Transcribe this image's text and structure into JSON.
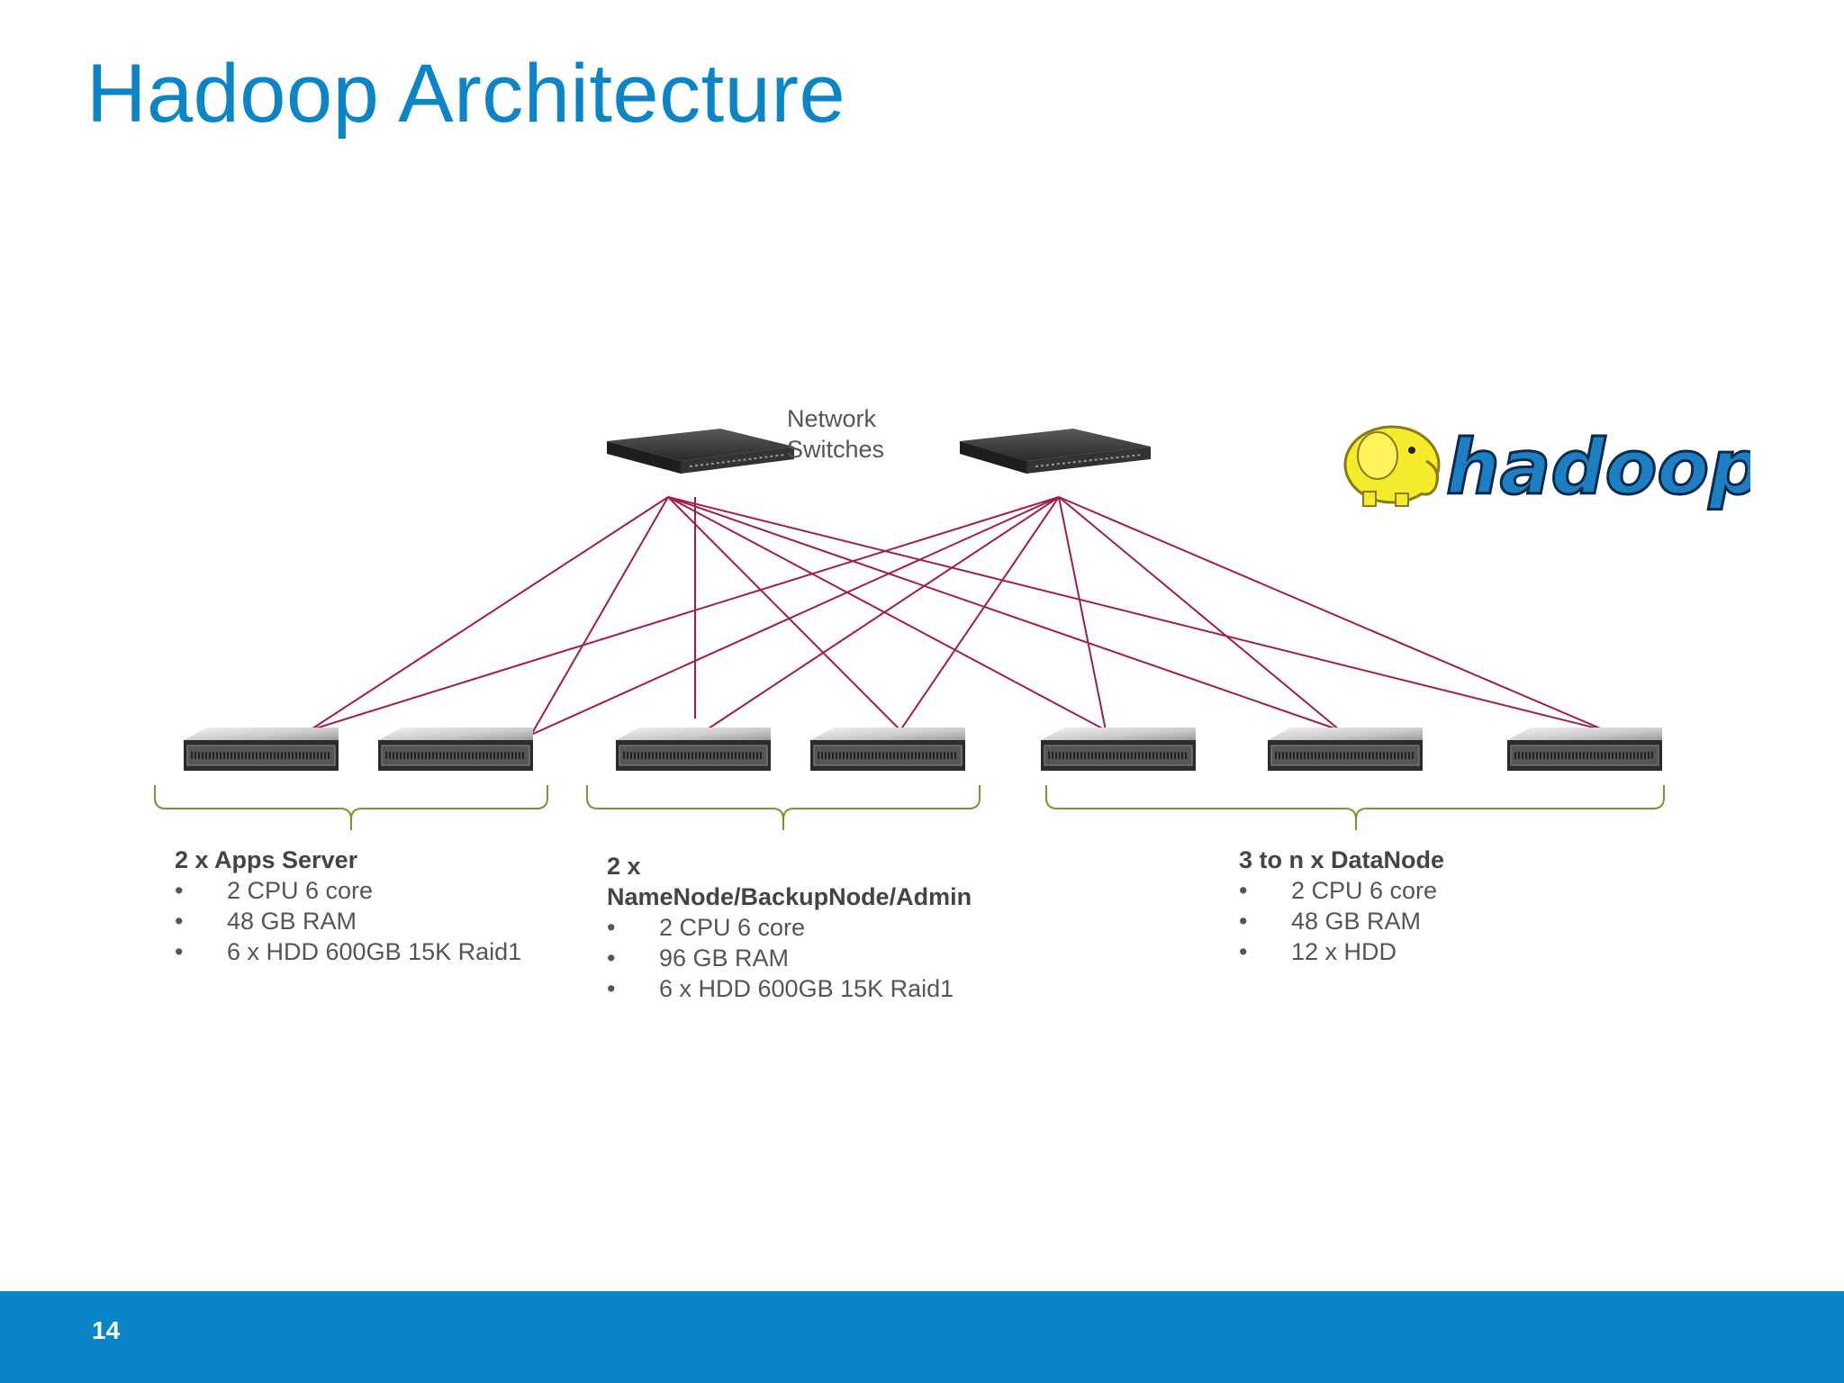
{
  "title": "Hadoop Architecture",
  "switch_label_line1": "Network",
  "switch_label_line2": "Switches",
  "logo_text": "hadoop",
  "colors": {
    "accent": "#0a85c7",
    "link": "#a31b4b",
    "bracket": "#6b9c2e"
  },
  "groups": [
    {
      "heading": "2 x Apps Server",
      "items": [
        "2 CPU 6 core",
        "48 GB RAM",
        "6 x HDD 600GB 15K Raid1"
      ]
    },
    {
      "heading_line1": "2 x",
      "heading_line2": "NameNode/BackupNode/Admin",
      "items": [
        "2 CPU 6 core",
        "96 GB RAM",
        "6 x HDD 600GB 15K Raid1"
      ]
    },
    {
      "heading": "3 to n x DataNode",
      "items": [
        "2 CPU 6 core",
        "48 GB RAM",
        "12 x HDD"
      ]
    }
  ],
  "page_number": "14"
}
